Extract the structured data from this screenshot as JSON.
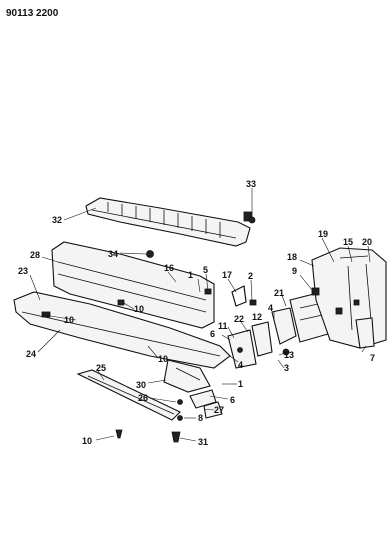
{
  "diagram_code": "90113 2200",
  "callouts": [
    {
      "id": "c33",
      "label": "33"
    },
    {
      "id": "c32",
      "label": "32"
    },
    {
      "id": "c34",
      "label": "34"
    },
    {
      "id": "c28",
      "label": "28"
    },
    {
      "id": "c16",
      "label": "16"
    },
    {
      "id": "c5",
      "label": "5"
    },
    {
      "id": "c17",
      "label": "17"
    },
    {
      "id": "c2",
      "label": "2"
    },
    {
      "id": "c19",
      "label": "19"
    },
    {
      "id": "c15",
      "label": "15"
    },
    {
      "id": "c20",
      "label": "20"
    },
    {
      "id": "c18",
      "label": "18"
    },
    {
      "id": "c9",
      "label": "9"
    },
    {
      "id": "c23",
      "label": "23"
    },
    {
      "id": "c1a",
      "label": "1"
    },
    {
      "id": "c10a",
      "label": "10"
    },
    {
      "id": "c10b",
      "label": "10"
    },
    {
      "id": "c21",
      "label": "21"
    },
    {
      "id": "c22",
      "label": "22"
    },
    {
      "id": "c4",
      "label": "4"
    },
    {
      "id": "c11",
      "label": "11"
    },
    {
      "id": "c12",
      "label": "12"
    },
    {
      "id": "c6a",
      "label": "6"
    },
    {
      "id": "c13",
      "label": "13"
    },
    {
      "id": "c24",
      "label": "24"
    },
    {
      "id": "c10c",
      "label": "10"
    },
    {
      "id": "c4b",
      "label": "4"
    },
    {
      "id": "c3",
      "label": "3"
    },
    {
      "id": "c7",
      "label": "7"
    },
    {
      "id": "c25",
      "label": "25"
    },
    {
      "id": "c30",
      "label": "30"
    },
    {
      "id": "c1b",
      "label": "1"
    },
    {
      "id": "c6b",
      "label": "6"
    },
    {
      "id": "c26",
      "label": "26"
    },
    {
      "id": "c27",
      "label": "27"
    },
    {
      "id": "c8",
      "label": "8"
    },
    {
      "id": "c10d",
      "label": "10"
    },
    {
      "id": "c31",
      "label": "31"
    }
  ]
}
